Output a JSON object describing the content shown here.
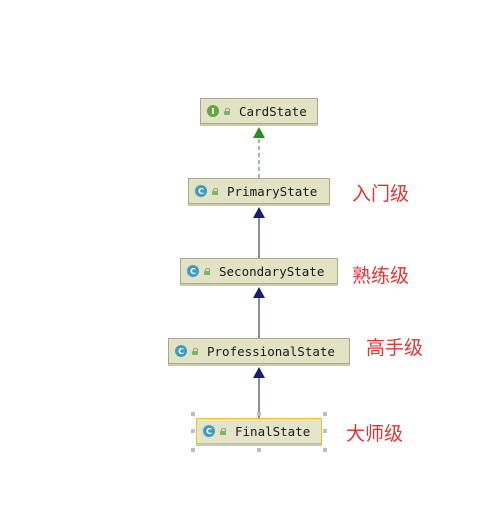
{
  "nodes": [
    {
      "id": "cardstate",
      "kind": "interface",
      "badge": "I",
      "name": "CardState"
    },
    {
      "id": "primarystate",
      "kind": "class",
      "badge": "C",
      "name": "PrimaryState"
    },
    {
      "id": "secondarystate",
      "kind": "class",
      "badge": "C",
      "name": "SecondaryState"
    },
    {
      "id": "professionalstate",
      "kind": "class",
      "badge": "C",
      "name": "ProfessionalState"
    },
    {
      "id": "finalstate",
      "kind": "class",
      "badge": "C",
      "name": "FinalState",
      "selected": true
    }
  ],
  "annotations": {
    "primary": "入门级",
    "secondary": "熟练级",
    "professional": "高手级",
    "final": "大师级"
  },
  "colors": {
    "implements_edge": "#2a8a2a",
    "extends_edge": "#1a1a7a",
    "annotation": "#e03535"
  }
}
